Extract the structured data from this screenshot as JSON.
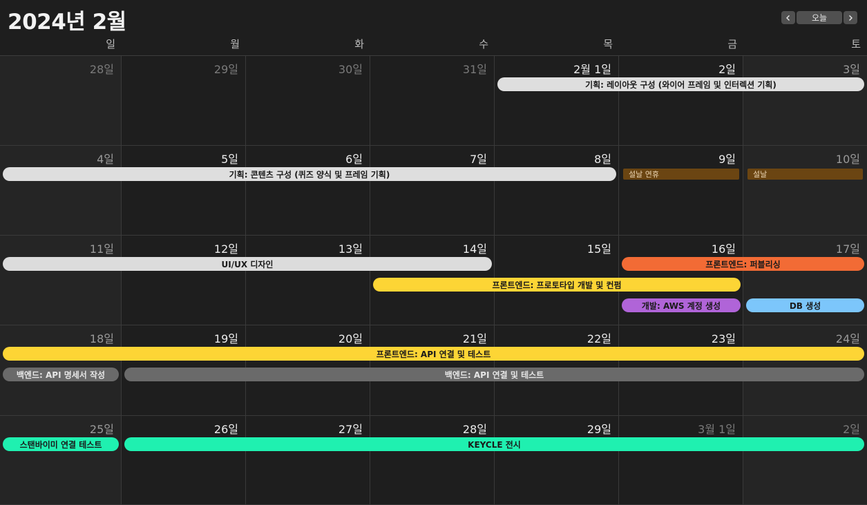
{
  "header": {
    "title": "2024년 2월",
    "today_label": "오늘",
    "prev_icon": "chevron-left-icon",
    "next_icon": "chevron-right-icon"
  },
  "weekdays": [
    "일",
    "월",
    "화",
    "수",
    "목",
    "금",
    "토"
  ],
  "weeks": [
    {
      "days": [
        {
          "label": "28일",
          "dim": true
        },
        {
          "label": "29일",
          "dim": true
        },
        {
          "label": "30일",
          "dim": true
        },
        {
          "label": "31일",
          "dim": true
        },
        {
          "label": "2월 1일",
          "dim": false
        },
        {
          "label": "2일",
          "dim": false
        },
        {
          "label": "3일",
          "dim": false
        }
      ],
      "events": [
        {
          "title": "기획: 레이아웃 구성 (와이어 프레임 및 인터렉션 기획)",
          "start": 4,
          "end": 6,
          "lane": 0,
          "color": "#dedede",
          "text": "#1a1a1a",
          "style": "pill"
        }
      ]
    },
    {
      "days": [
        {
          "label": "4일",
          "dim": false
        },
        {
          "label": "5일",
          "dim": false
        },
        {
          "label": "6일",
          "dim": false
        },
        {
          "label": "7일",
          "dim": false
        },
        {
          "label": "8일",
          "dim": false
        },
        {
          "label": "9일",
          "dim": false
        },
        {
          "label": "10일",
          "dim": false
        }
      ],
      "events": [
        {
          "title": "기획: 콘텐츠 구성 (퀴즈 양식 및 프레임 기획)",
          "start": 0,
          "end": 4,
          "lane": 0,
          "color": "#dedede",
          "text": "#1a1a1a",
          "style": "pill"
        },
        {
          "title": "설날 연휴",
          "start": 5,
          "end": 5,
          "lane": 0,
          "color": "#6b4512",
          "text": "#e9d2b0",
          "style": "block"
        },
        {
          "title": "설날",
          "start": 6,
          "end": 6,
          "lane": 0,
          "color": "#6b4512",
          "text": "#e9d2b0",
          "style": "block"
        }
      ]
    },
    {
      "days": [
        {
          "label": "11일",
          "dim": false
        },
        {
          "label": "12일",
          "dim": false
        },
        {
          "label": "13일",
          "dim": false
        },
        {
          "label": "14일",
          "dim": false
        },
        {
          "label": "15일",
          "dim": false
        },
        {
          "label": "16일",
          "dim": false
        },
        {
          "label": "17일",
          "dim": false
        }
      ],
      "events": [
        {
          "title": "UI/UX 디자인",
          "start": 0,
          "end": 3,
          "lane": 0,
          "color": "#dcdcdc",
          "text": "#1a1a1a",
          "style": "pill"
        },
        {
          "title": "프론트엔드: 퍼블리싱",
          "start": 5,
          "end": 6,
          "lane": 0,
          "color": "#f26b35",
          "text": "#1a1a1a",
          "style": "pill"
        },
        {
          "title": "프론트엔드: 프로토타입 개발 및 컨펌",
          "start": 3,
          "end": 5,
          "lane": 1,
          "color": "#fdd535",
          "text": "#1a1a1a",
          "style": "pill"
        },
        {
          "title": "개발: AWS 계정 생성",
          "start": 5,
          "end": 5,
          "lane": 2,
          "color": "#b064d8",
          "text": "#1a1a1a",
          "style": "pill"
        },
        {
          "title": "DB 생성",
          "start": 6,
          "end": 6,
          "lane": 2,
          "color": "#7cc6fb",
          "text": "#1a1a1a",
          "style": "pill"
        }
      ]
    },
    {
      "days": [
        {
          "label": "18일",
          "dim": false
        },
        {
          "label": "19일",
          "dim": false
        },
        {
          "label": "20일",
          "dim": false
        },
        {
          "label": "21일",
          "dim": false
        },
        {
          "label": "22일",
          "dim": false
        },
        {
          "label": "23일",
          "dim": false
        },
        {
          "label": "24일",
          "dim": false
        }
      ],
      "events": [
        {
          "title": "프론트엔드: API 연결 및 테스트",
          "start": 0,
          "end": 6,
          "lane": 0,
          "color": "#fdd535",
          "text": "#1a1a1a",
          "style": "pill"
        },
        {
          "title": "백엔드: API 명세서 작성",
          "start": 0,
          "end": 0,
          "lane": 1,
          "color": "#6a6a6a",
          "text": "#e6e6e6",
          "style": "pill"
        },
        {
          "title": "백엔드: API 연결 및 테스트",
          "start": 1,
          "end": 6,
          "lane": 1,
          "color": "#6a6a6a",
          "text": "#e6e6e6",
          "style": "pill"
        }
      ]
    },
    {
      "days": [
        {
          "label": "25일",
          "dim": false
        },
        {
          "label": "26일",
          "dim": false
        },
        {
          "label": "27일",
          "dim": false
        },
        {
          "label": "28일",
          "dim": false
        },
        {
          "label": "29일",
          "dim": false
        },
        {
          "label": "3월 1일",
          "dim": true
        },
        {
          "label": "2일",
          "dim": true
        }
      ],
      "events": [
        {
          "title": "스탠바이미 연결 테스트",
          "start": 0,
          "end": 0,
          "lane": 0,
          "color": "#1ff0b0",
          "text": "#1a1a1a",
          "style": "pill"
        },
        {
          "title": "KEYCLE 전시",
          "start": 1,
          "end": 6,
          "lane": 0,
          "color": "#1ff0b0",
          "text": "#1a1a1a",
          "style": "pill"
        }
      ]
    }
  ]
}
